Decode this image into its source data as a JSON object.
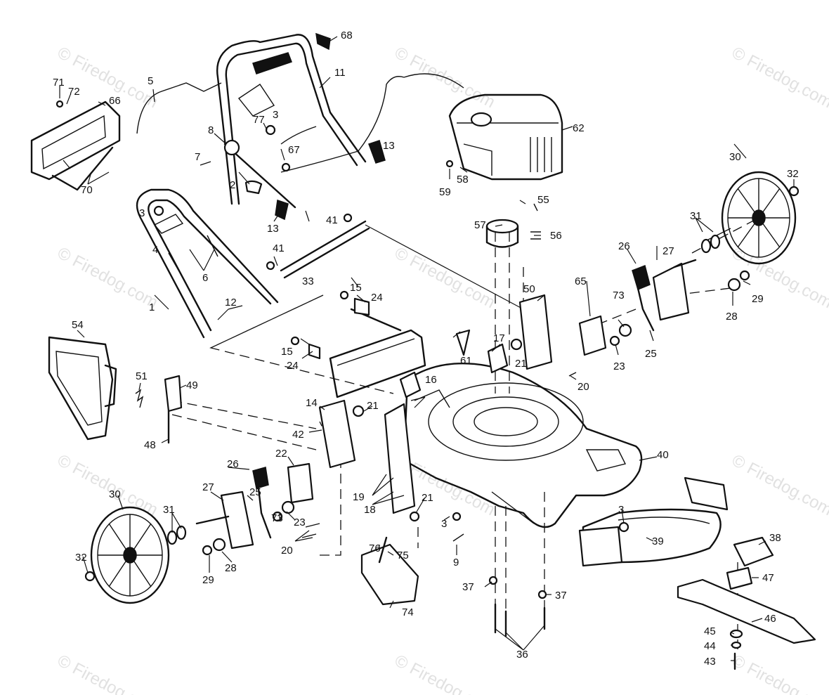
{
  "watermark": "© Firedog.com",
  "callouts": [
    "1",
    "2",
    "3",
    "4",
    "5",
    "6",
    "7",
    "8",
    "9",
    "11",
    "12",
    "13",
    "14",
    "15",
    "16",
    "17",
    "18",
    "19",
    "20",
    "21",
    "22",
    "23",
    "24",
    "25",
    "26",
    "27",
    "28",
    "29",
    "30",
    "31",
    "32",
    "33",
    "36",
    "37",
    "38",
    "39",
    "40",
    "41",
    "42",
    "43",
    "44",
    "45",
    "46",
    "47",
    "48",
    "49",
    "50",
    "51",
    "54",
    "55",
    "56",
    "57",
    "58",
    "59",
    "61",
    "62",
    "65",
    "66",
    "67",
    "68",
    "70",
    "71",
    "72",
    "73",
    "74",
    "75",
    "76",
    "77"
  ]
}
